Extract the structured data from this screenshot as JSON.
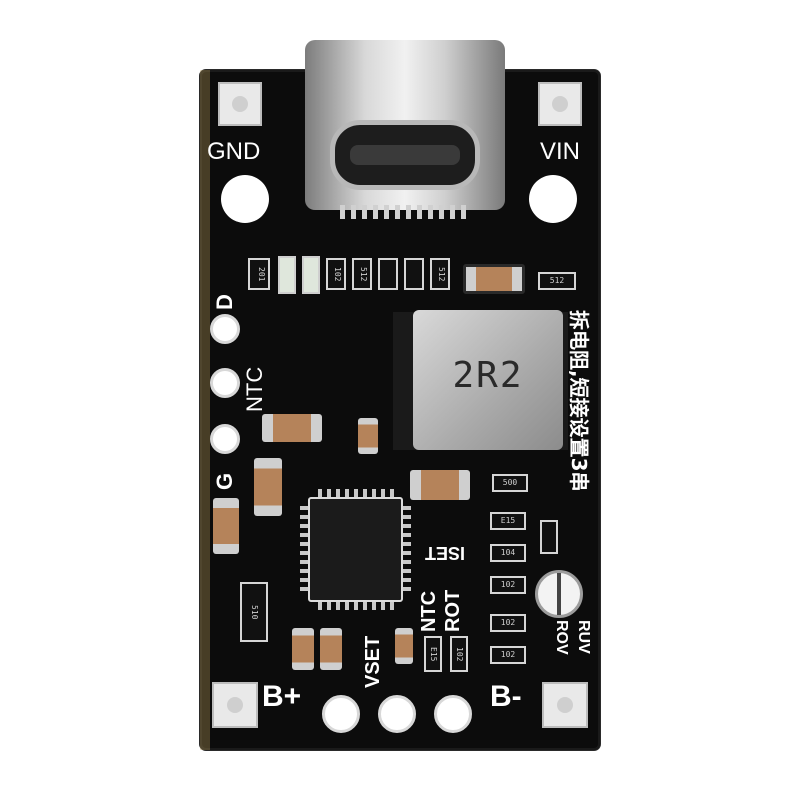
{
  "board": {
    "labels": {
      "gnd": "GND",
      "vin": "VIN",
      "d": "D",
      "ntc_left": "NTC",
      "g": "G",
      "b_plus": "B+",
      "b_minus": "B-",
      "vset": "VSET",
      "ntc_bottom": "NTC",
      "rot": "ROT",
      "iset": "ISET",
      "rov": "ROV",
      "ruv": "RUV",
      "cjk_note": "拆电阻,短接设置3串"
    },
    "inductor_marking": "2R2",
    "resistor_codes": [
      "201",
      "102",
      "512",
      "512",
      "512",
      "E15",
      "104",
      "102",
      "102",
      "102",
      "510",
      "E15",
      "102",
      "500"
    ],
    "colors": {
      "pcb": "#0c0c0c",
      "silkscreen": "#ffffff",
      "pad": "#e9e9e9"
    }
  }
}
